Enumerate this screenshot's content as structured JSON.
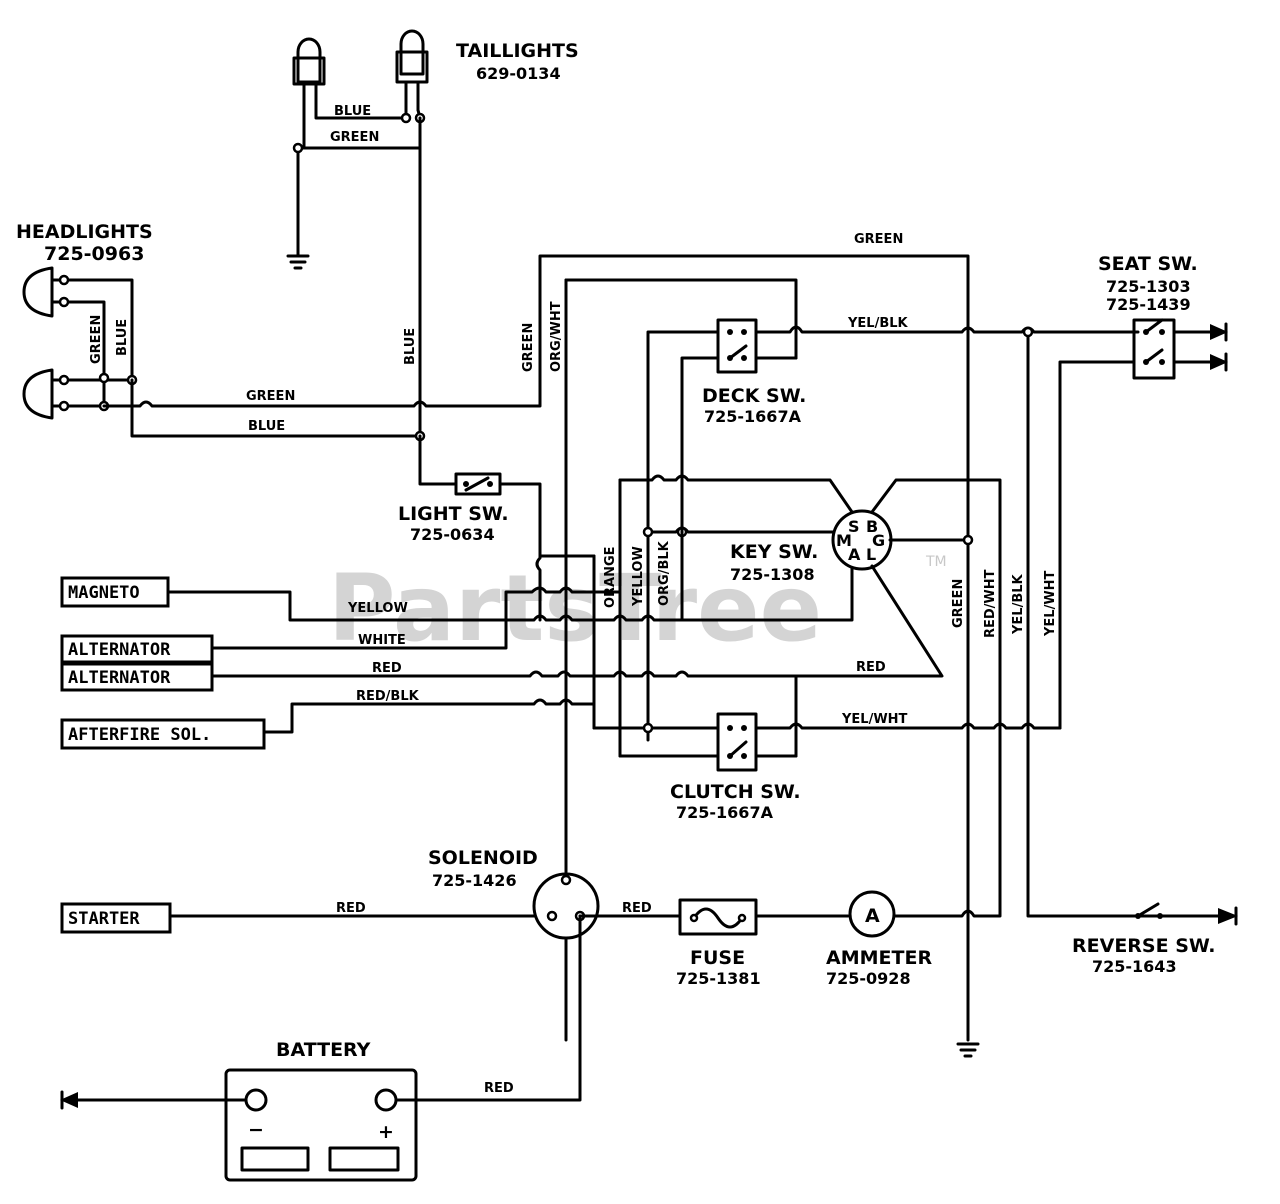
{
  "watermark": {
    "text": "PartsTree",
    "tm": "TM"
  },
  "components": {
    "taillights": {
      "name": "TAILLIGHTS",
      "part": "629-0134"
    },
    "headlights": {
      "name": "HEADLIGHTS",
      "part": "725-0963"
    },
    "seat_sw": {
      "name": "SEAT SW.",
      "part1": "725-1303",
      "part2": "725-1439"
    },
    "deck_sw": {
      "name": "DECK SW.",
      "part": "725-1667A"
    },
    "light_sw": {
      "name": "LIGHT SW.",
      "part": "725-0634"
    },
    "key_sw": {
      "name": "KEY SW.",
      "part": "725-1308",
      "terminals": [
        "S",
        "B",
        "M",
        "G",
        "A",
        "L"
      ]
    },
    "clutch_sw": {
      "name": "CLUTCH SW.",
      "part": "725-1667A"
    },
    "solenoid": {
      "name": "SOLENOID",
      "part": "725-1426"
    },
    "fuse": {
      "name": "FUSE",
      "part": "725-1381"
    },
    "ammeter": {
      "name": "AMMETER",
      "part": "725-0928",
      "symbol": "A"
    },
    "reverse_sw": {
      "name": "REVERSE SW.",
      "part": "725-1643"
    },
    "battery": {
      "name": "BATTERY",
      "neg": "−",
      "pos": "+"
    }
  },
  "connector_boxes": {
    "magneto": "MAGNETO",
    "alternator1": "ALTERNATOR",
    "alternator2": "ALTERNATOR",
    "afterfire": "AFTERFIRE SOL.",
    "starter": "STARTER"
  },
  "wire_labels": {
    "tail_blue": "BLUE",
    "tail_green": "GREEN",
    "head_green": "GREEN",
    "head_blue": "BLUE",
    "vert_blue": "BLUE",
    "horiz_green": "GREEN",
    "horiz_blue": "BLUE",
    "top_green": "GREEN",
    "vert_green": "GREEN",
    "vert_orgwht": "ORG/WHT",
    "yelblk_top": "YEL/BLK",
    "yellow": "YELLOW",
    "white": "WHITE",
    "red_alt": "RED",
    "redblk": "RED/BLK",
    "orange": "ORANGE",
    "yellow_vert": "YELLOW",
    "orgblk": "ORG/BLK",
    "red_key": "RED",
    "yelwht": "YEL/WHT",
    "green_right": "GREEN",
    "redwht_right": "RED/WHT",
    "yelblk_right": "YEL/BLK",
    "yelwht_right": "YEL/WHT",
    "red_starter": "RED",
    "red_fuse": "RED",
    "red_battery": "RED"
  }
}
